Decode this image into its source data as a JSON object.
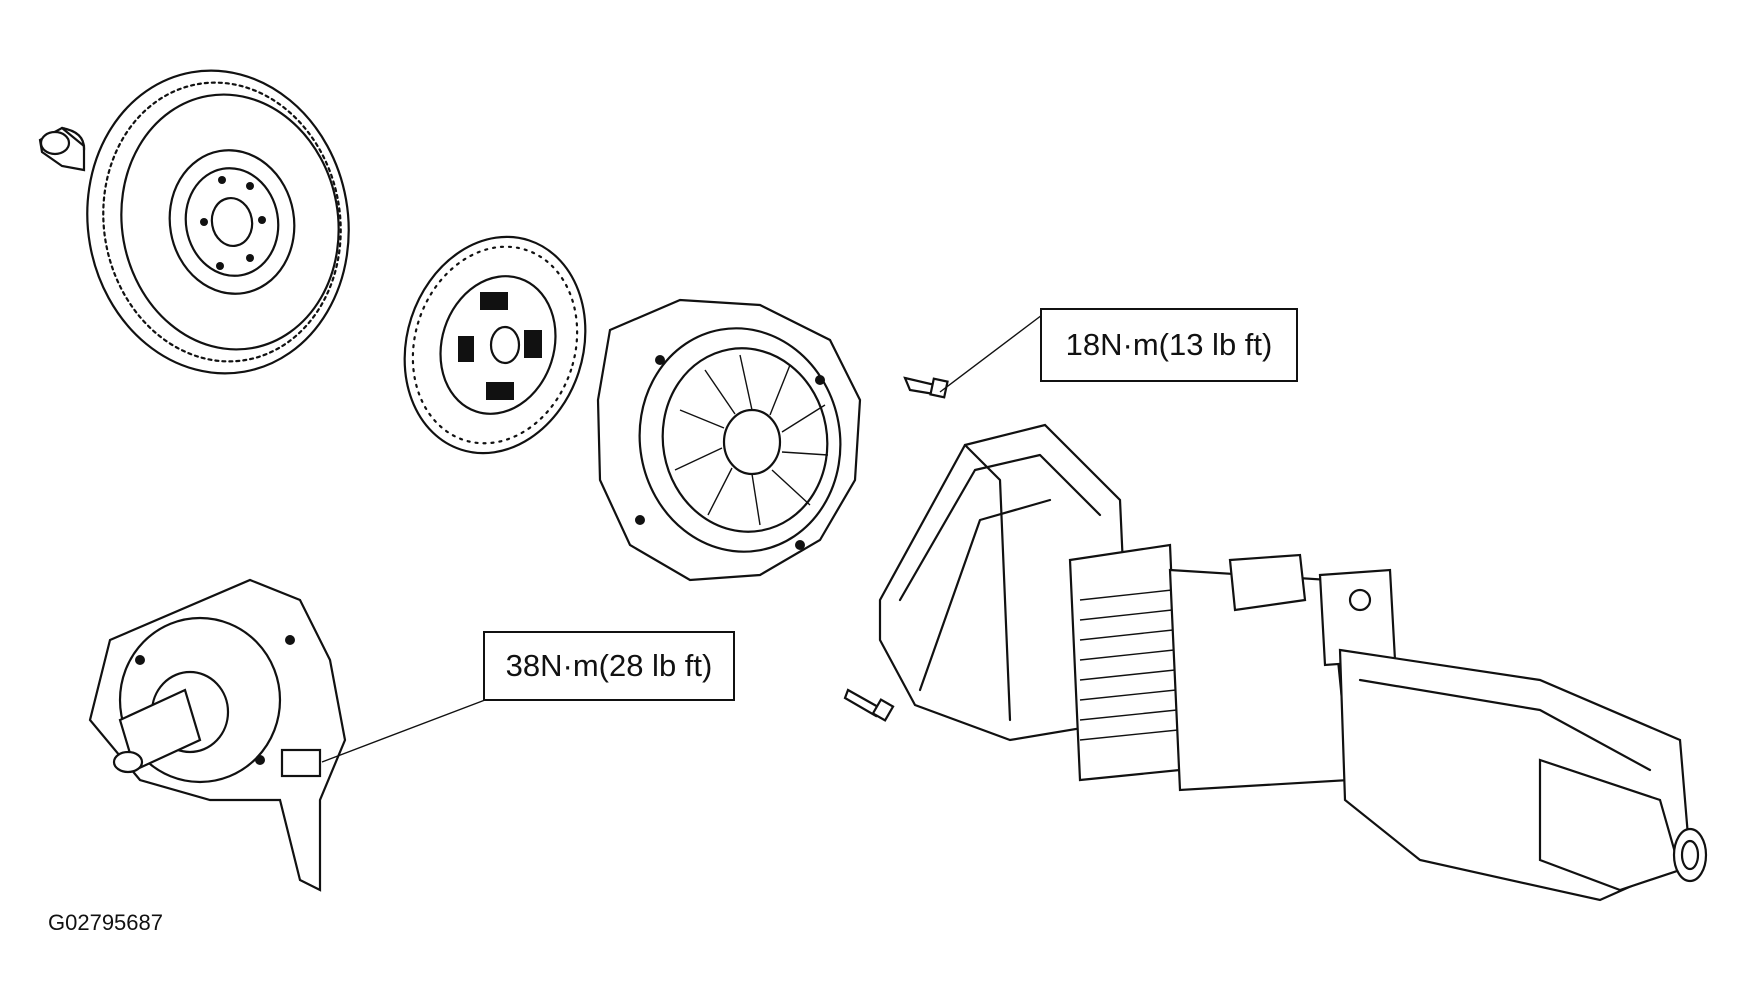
{
  "callouts": {
    "clutch_bolt_torque": "18N·m(13 lb ft)",
    "housing_bolt_torque": "38N·m(28 lb ft)"
  },
  "figure_id": "G02795687"
}
